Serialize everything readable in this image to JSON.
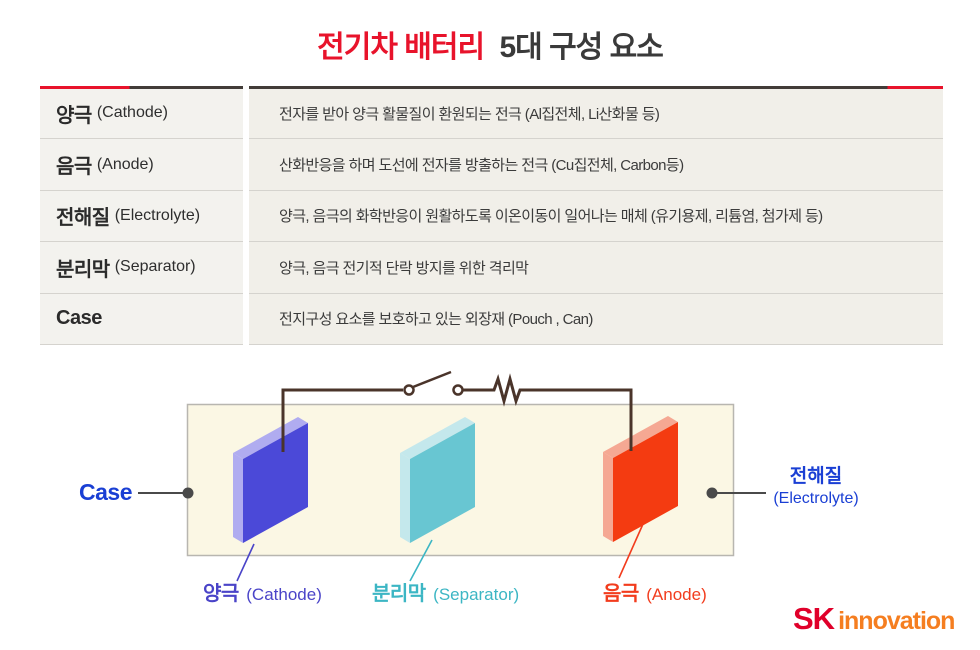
{
  "title": {
    "highlight": "전기차 배터리",
    "rest": "5대 구성 요소"
  },
  "table": {
    "rows": [
      {
        "term": "양극",
        "term_en": "(Cathode)",
        "desc": "전자를 받아 양극 활물질이 환원되는 전극 (Al집전체, Li산화물 등)"
      },
      {
        "term": "음극",
        "term_en": "(Anode)",
        "desc": "산화반응을 하며 도선에 전자를 방출하는 전극 (Cu집전체, Carbon등)"
      },
      {
        "term": "전해질",
        "term_en": "(Electrolyte)",
        "desc": "양극, 음극의 화학반응이 원활하도록 이온이동이 일어나는 매체 (유기용제, 리튬염, 첨가제 등)"
      },
      {
        "term": "분리막",
        "term_en": "(Separator)",
        "desc": "양극, 음극 전기적 단락 방지를 위한 격리막"
      },
      {
        "term": "Case",
        "term_en": "",
        "desc": "전지구성 요소를 보호하고 있는 외장재 (Pouch , Can)"
      }
    ]
  },
  "diagram": {
    "case_label": "Case",
    "electrolyte_label": "전해질",
    "electrolyte_label_en": "(Electrolyte)",
    "case_fill": "#fbf7e4",
    "case_stroke": "#b8b6b0",
    "wire_color": "#4a342a",
    "pointer_color": "#4a4a4a",
    "plates": [
      {
        "name": "cathode",
        "label": "양극",
        "label_en": "(Cathode)",
        "color": "#4b49d8",
        "color_light": "#b0acf0",
        "leader_color": "#4a44c8"
      },
      {
        "name": "separator",
        "label": "분리막",
        "label_en": "(Separator)",
        "color": "#68c6d2",
        "color_light": "#c4e8ec",
        "leader_color": "#3cb6c4"
      },
      {
        "name": "anode",
        "label": "음극",
        "label_en": "(Anode)",
        "color": "#f43b11",
        "color_light": "#f5a893",
        "leader_color": "#f23c1d"
      }
    ]
  },
  "colors": {
    "title_red": "#e8132b",
    "title_dark": "#3a3a3a",
    "label_blue": "#1a3fd4",
    "sk_red": "#e0002a",
    "innovation_orange": "#f57e20"
  },
  "logo": {
    "sk": "SK",
    "rest": "innovation"
  }
}
